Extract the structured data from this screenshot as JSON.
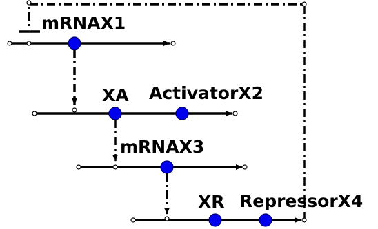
{
  "diagram": {
    "labels": {
      "mrna_x1": "mRNAX1",
      "xa": "XA",
      "activator_x2": "ActivatorX2",
      "mrna_x3": "mRNAX3",
      "xr": "XR",
      "repressor_x4": "RepressorX4"
    },
    "colors": {
      "node_fill": "#0000ee",
      "line": "#000000"
    }
  }
}
